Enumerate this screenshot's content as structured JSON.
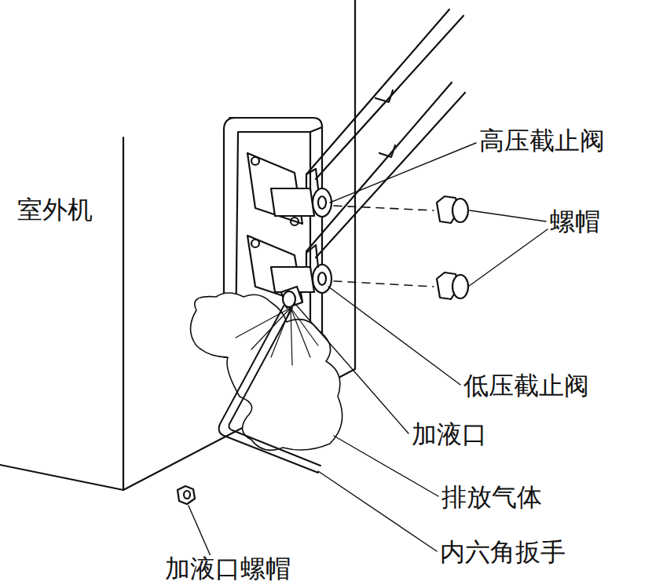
{
  "diagram": {
    "labels": [
      "室外机",
      "高压截止阀",
      "螺帽",
      "低压截止阀",
      "加液口",
      "排放气体",
      "内六角扳手",
      "加液口螺帽"
    ]
  }
}
